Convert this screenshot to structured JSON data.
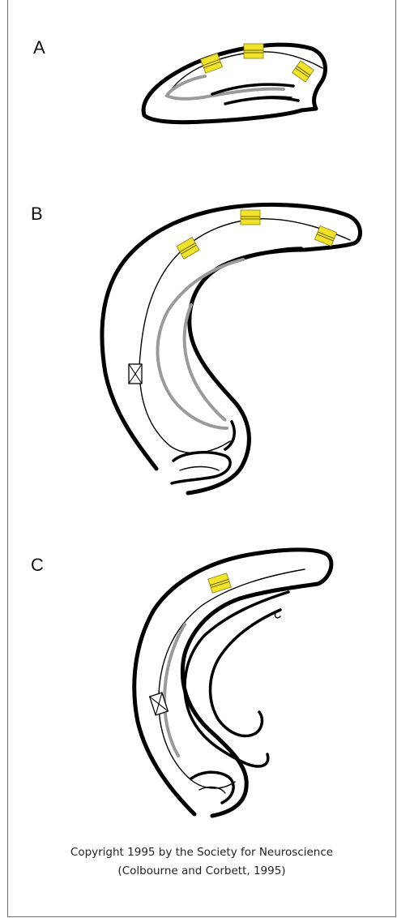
{
  "panels": [
    {
      "label": "A"
    },
    {
      "label": "B"
    },
    {
      "label": "C"
    }
  ],
  "caption": {
    "line1": "Copyright 1995 by the Society for Neuroscience",
    "line2": "(Colbourne and Corbett, 1995)"
  },
  "colors": {
    "electrode": "#f1e22a",
    "outline": "#000000",
    "ca1_layer": "#9a9a9a",
    "frame_border": "#6e6e6e"
  }
}
